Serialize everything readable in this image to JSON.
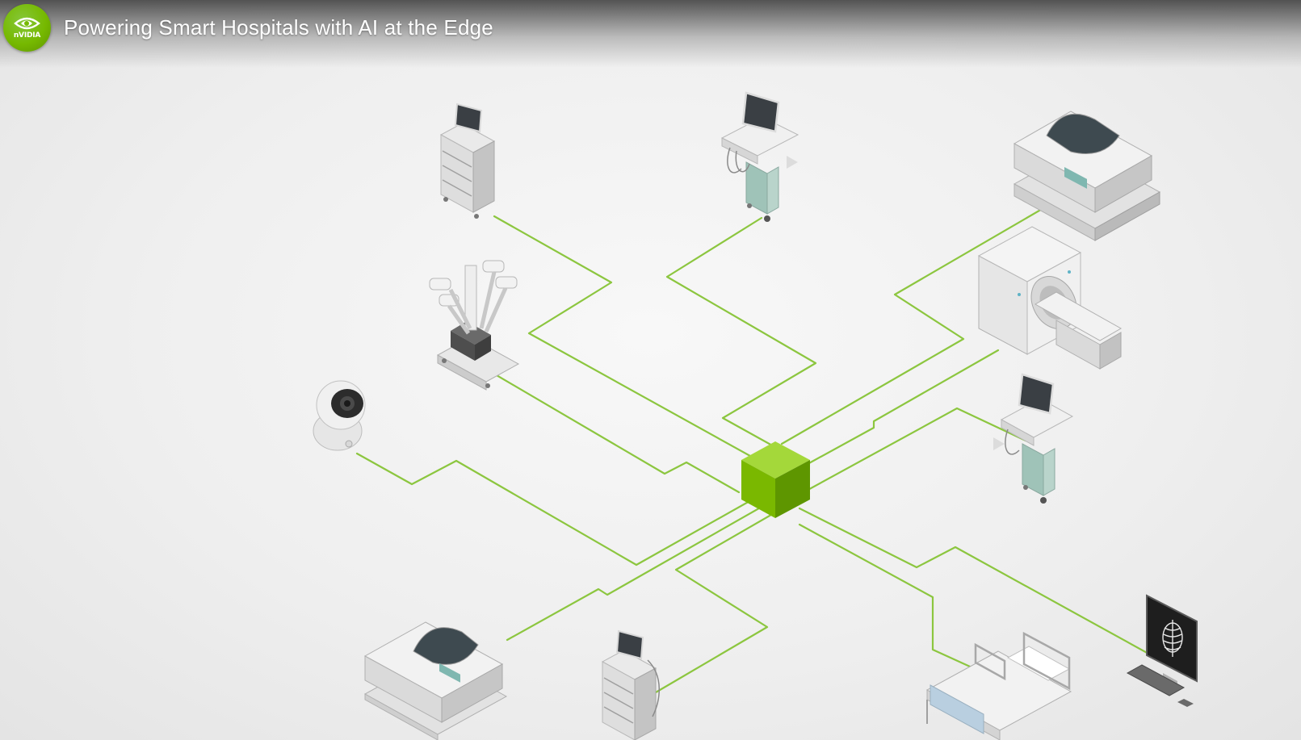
{
  "header": {
    "title": "Powering Smart Hospitals with AI at the Edge",
    "logo_text": "nVIDIA",
    "logo_icon": "nvidia-eye-icon"
  },
  "colors": {
    "accent_green": "#76b900",
    "link_line": "#8cc63f",
    "device_light": "#f4f4f4",
    "device_mid": "#d2d2d2",
    "device_dark": "#9a9a9a",
    "screen": "#3a3f44",
    "teal_panel": "#9fc3b8"
  },
  "diagram": {
    "hub": {
      "icon": "edge-ai-cube-icon"
    },
    "devices": [
      {
        "id": "ultrasound-top-left",
        "icon": "ultrasound-cart-icon"
      },
      {
        "id": "ventilator-top-center",
        "icon": "ventilator-cart-icon"
      },
      {
        "id": "incubator-top-right",
        "icon": "incubator-icon"
      },
      {
        "id": "surgical-robot",
        "icon": "surgical-robot-icon"
      },
      {
        "id": "ct-scanner",
        "icon": "ct-scanner-icon"
      },
      {
        "id": "security-camera",
        "icon": "security-camera-icon"
      },
      {
        "id": "ventilator-right",
        "icon": "ventilator-cart-icon"
      },
      {
        "id": "incubator-bottom-left",
        "icon": "incubator-icon"
      },
      {
        "id": "ultrasound-bottom",
        "icon": "ultrasound-cart-icon"
      },
      {
        "id": "hospital-bed",
        "icon": "hospital-bed-icon"
      },
      {
        "id": "xray-workstation",
        "icon": "xray-monitor-icon"
      }
    ]
  }
}
